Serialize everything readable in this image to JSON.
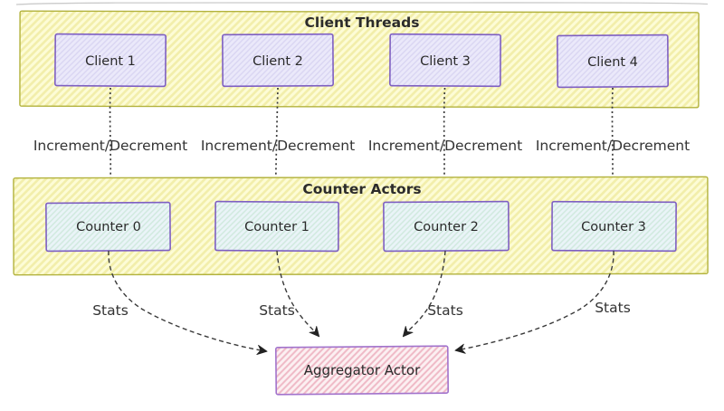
{
  "diagram": {
    "type": "flowchart",
    "groups": [
      {
        "label": "Client Threads"
      },
      {
        "label": "Counter Actors"
      }
    ],
    "clients": [
      {
        "label": "Client 1"
      },
      {
        "label": "Client 2"
      },
      {
        "label": "Client 3"
      },
      {
        "label": "Client 4"
      }
    ],
    "counters": [
      {
        "label": "Counter 0"
      },
      {
        "label": "Counter 1"
      },
      {
        "label": "Counter 2"
      },
      {
        "label": "Counter 3"
      }
    ],
    "aggregator": {
      "label": "Aggregator Actor"
    },
    "edges": [
      {
        "from": "Client 1",
        "to": "Counter 0",
        "label": "Increment/Decrement",
        "style": "dotted"
      },
      {
        "from": "Client 2",
        "to": "Counter 1",
        "label": "Increment/Decrement",
        "style": "dotted"
      },
      {
        "from": "Client 3",
        "to": "Counter 2",
        "label": "Increment/Decrement",
        "style": "dotted"
      },
      {
        "from": "Client 4",
        "to": "Counter 3",
        "label": "Increment/Decrement",
        "style": "dotted"
      },
      {
        "from": "Counter 0",
        "to": "Aggregator Actor",
        "label": "Stats",
        "style": "dashed"
      },
      {
        "from": "Counter 1",
        "to": "Aggregator Actor",
        "label": "Stats",
        "style": "dashed"
      },
      {
        "from": "Counter 2",
        "to": "Aggregator Actor",
        "label": "Stats",
        "style": "dashed"
      },
      {
        "from": "Counter 3",
        "to": "Aggregator Actor",
        "label": "Stats",
        "style": "dashed"
      }
    ],
    "colors": {
      "group_fill": "#fdfcd6",
      "group_hatch": "#f2eeaa",
      "group_border": "#b2b23c",
      "client_fill": "#ebe9fa",
      "client_hatch": "#d9d5f2",
      "client_border": "#7e5fc2",
      "counter_fill": "#eaf4f8",
      "counter_hatch": "#d0e9de",
      "counter_border": "#7e5fc2",
      "aggregator_fill": "#fcf0f2",
      "aggregator_hatch": "#efb9c6",
      "aggregator_border": "#a273cc",
      "edge": "#3a3a3a",
      "text": "#2b2b2b"
    }
  }
}
